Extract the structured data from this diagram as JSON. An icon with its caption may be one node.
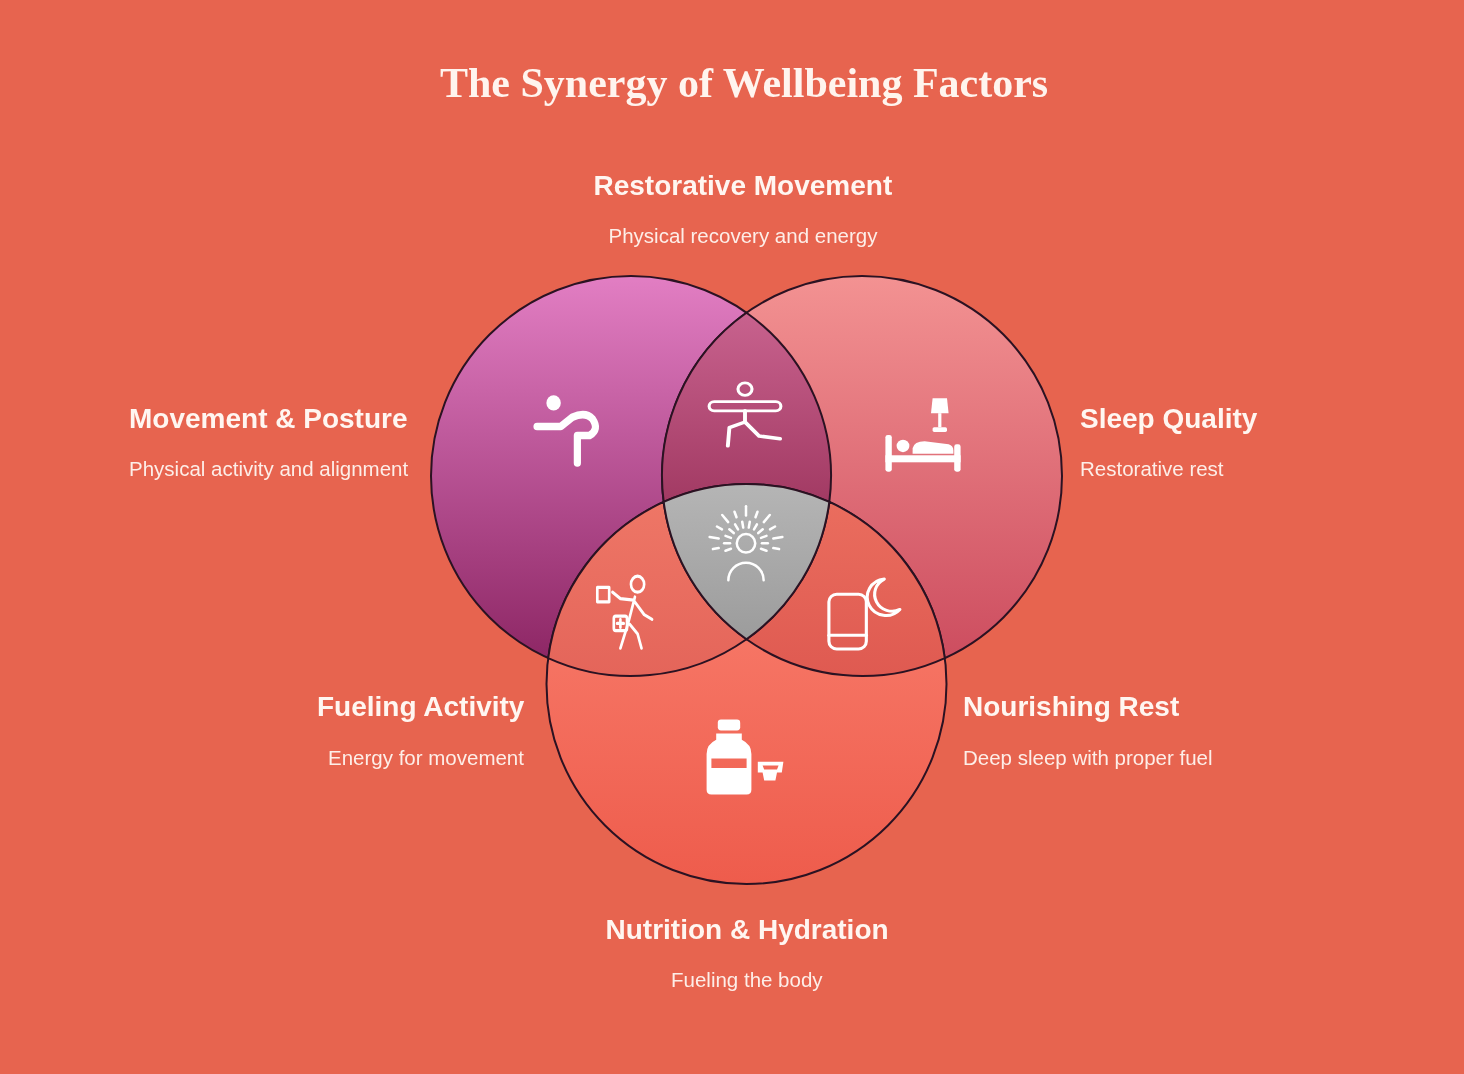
{
  "diagram": {
    "title": "The Synergy of Wellbeing Factors",
    "nodes": [
      {
        "text": [
          "Movement & Posture",
          "Physical activity and alignment"
        ]
      },
      {
        "text": [
          "Sleep Quality",
          "Restorative rest"
        ]
      },
      {
        "text": [
          "Nutrition & Hydration",
          "Fueling the body"
        ]
      }
    ],
    "labels": [
      "Restorative Movement",
      "Physical recovery and energy",
      "Fueling Activity",
      "Energy for movement",
      "Nourishing Rest",
      "Deep sleep with proper fuel"
    ]
  }
}
